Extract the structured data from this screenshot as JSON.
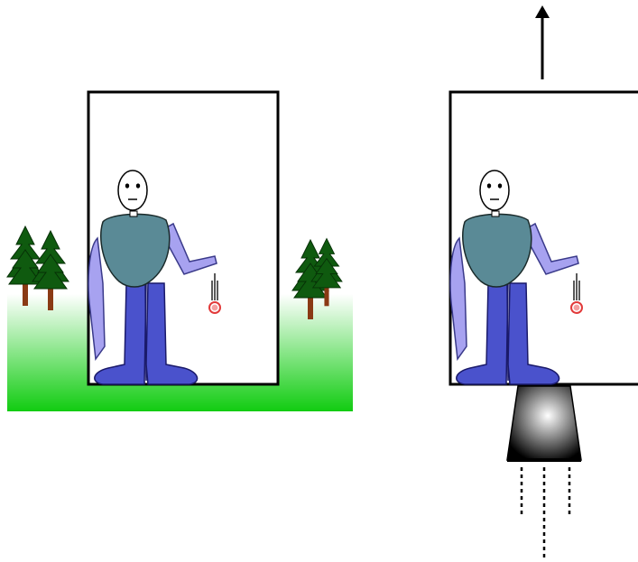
{
  "colors": {
    "ground_top": "#ffffff",
    "ground_bottom": "#11cc11",
    "tree_foliage": "#0f5a0f",
    "tree_trunk": "#8a3a14",
    "torso": "#5a8a96",
    "arm_light": "#a7a2f0",
    "legs": "#4a52cc",
    "ball": "#e23a3a",
    "rocket_light": "#ffffff",
    "rocket_dark": "#000000"
  },
  "panels": [
    {
      "name": "left-panel-earth-gravity",
      "ground": true,
      "trees": 2,
      "rocket": false
    },
    {
      "name": "right-panel-rocket-acceleration",
      "ground": false,
      "trees": 0,
      "rocket": true
    }
  ],
  "icons": {
    "person": "person-icon",
    "ball": "falling-ball-icon",
    "tree": "pine-tree-icon",
    "arrow": "up-arrow-icon",
    "rocket": "rocket-engine-icon",
    "exhaust": "exhaust-lines-icon"
  }
}
